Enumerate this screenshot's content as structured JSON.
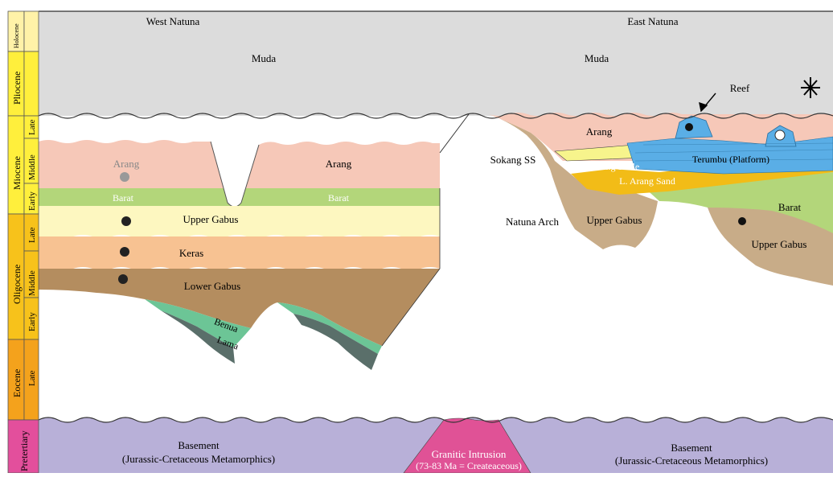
{
  "regions": {
    "west": "West Natuna",
    "east": "East Natuna"
  },
  "time_scale": {
    "epochs": [
      {
        "name": "Holocene",
        "color": "#fff2a8"
      },
      {
        "name": "Pliocene",
        "color": "#ffef3c"
      },
      {
        "name": "Miocene",
        "color": "#ffef3c"
      },
      {
        "name": "Oligocene",
        "color": "#f7c21b"
      },
      {
        "name": "Eocene",
        "color": "#f4a21c"
      },
      {
        "name": "Pretertiary",
        "color": "#e34f9c"
      }
    ],
    "subdivisions": {
      "miocene": [
        "Late",
        "Middle",
        "Early"
      ],
      "oligocene": [
        "Late",
        "Middle",
        "Early"
      ],
      "eocene": [
        "Late"
      ]
    }
  },
  "units": {
    "muda_west": "Muda",
    "muda_east": "Muda",
    "arang_west_faded": "Arang",
    "arang_west": "Arang",
    "barat_west_1": "Barat",
    "barat_west_2": "Barat",
    "upper_gabus_west": "Upper Gabus",
    "keras": "Keras",
    "lower_gabus": "Lower Gabus",
    "benua": "Benua",
    "lama": "Lama",
    "arang_east": "Arang",
    "sokang": "Sokang SS",
    "l_arang_shale": "L. Arang Shale",
    "l_arang_sand": "L. Arang Sand",
    "terumbu": "Terumbu (Platform)",
    "natuna_arch": "Natuna Arch",
    "upper_gabus_arch": "Upper Gabus",
    "barat_east": "Barat",
    "upper_gabus_east": "Upper Gabus",
    "reef": "Reef",
    "basement_west_1": "Basement",
    "basement_west_2": "(Jurassic-Cretaceous Metamorphics)",
    "basement_east_1": "Basement",
    "basement_east_2": "(Jurassic-Cretaceous Metamorphics)",
    "granite_1": "Granitic Intrusion",
    "granite_2": "(73-83 Ma = Createaceous)"
  },
  "colors": {
    "muda": "#dcdcdc",
    "arang": "#f6c8b8",
    "barat": "#b3d67a",
    "upper_gabus_west": "#fdf7c0",
    "keras": "#f7c292",
    "lower_gabus": "#b48d5f",
    "benua": "#6cc596",
    "lama": "#5a6f6a",
    "arch": "#c8ac88",
    "terumbu": "#5aaee6",
    "sand": "#f2bc17",
    "shale_yellow": "#f7f48c",
    "basement": "#b8b0d8",
    "granite": "#e05296"
  }
}
